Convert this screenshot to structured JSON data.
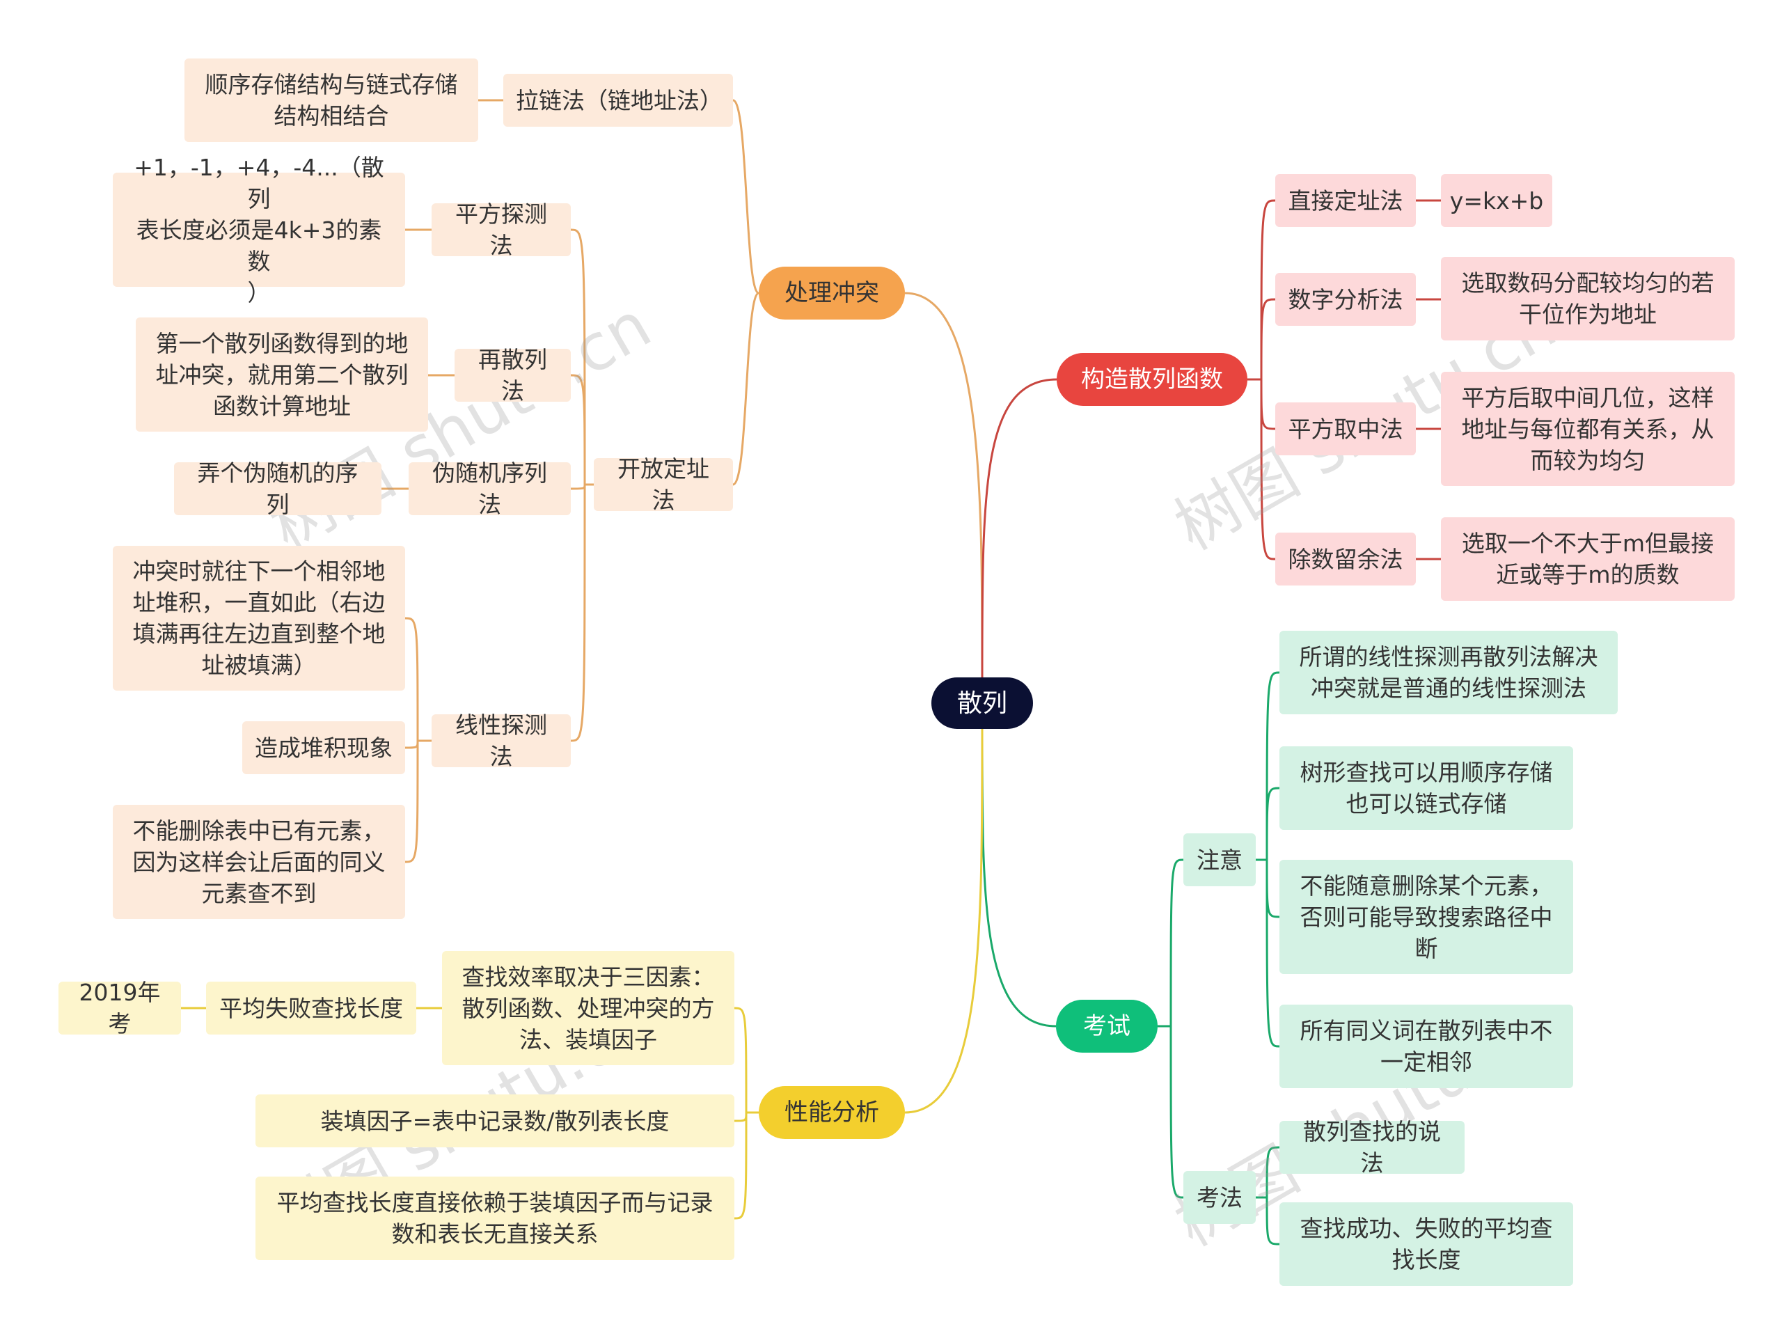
{
  "root": {
    "label": "散列"
  },
  "branches": {
    "conflict": {
      "label": "处理冲突",
      "chaining": {
        "label": "拉链法（链地址法）",
        "note": "顺序存储结构与链式存储\n结构相结合"
      },
      "open": {
        "label": "开放定址法",
        "quadratic": {
          "label": "平方探测法",
          "note": "+1，-1，+4，-4...（散列\n表长度必须是4k+3的素数\n）"
        },
        "rehash": {
          "label": "再散列法",
          "note": "第一个散列函数得到的地\n址冲突，就用第二个散列\n函数计算地址"
        },
        "pseudo": {
          "label": "伪随机序列法",
          "note": "弄个伪随机的序列"
        },
        "linear": {
          "label": "线性探测法",
          "notes": [
            "冲突时就往下一个相邻地\n址堆积，一直如此（右边\n填满再往左边直到整个地\n址被填满）",
            "造成堆积现象",
            "不能删除表中已有元素，\n因为这样会让后面的同义\n元素查不到"
          ]
        }
      }
    },
    "hash_fn": {
      "label": "构造散列函数",
      "items": [
        {
          "label": "直接定址法",
          "note": "y=kx+b"
        },
        {
          "label": "数字分析法",
          "note": "选取数码分配较均匀的若\n干位作为地址"
        },
        {
          "label": "平方取中法",
          "note": "平方后取中间几位，这样\n地址与每位都有关系，从\n而较为均匀"
        },
        {
          "label": "除数留余法",
          "note": "选取一个不大于m但最接\n近或等于m的质数"
        }
      ]
    },
    "exam": {
      "label": "考试",
      "attention": {
        "label": "注意",
        "items": [
          "所谓的线性探测再散列法解决\n冲突就是普通的线性探测法",
          "树形查找可以用顺序存储\n也可以链式存储",
          "不能随意删除某个元素，\n否则可能导致搜索路径中\n断",
          "所有同义词在散列表中不\n一定相邻"
        ]
      },
      "method": {
        "label": "考法",
        "items": [
          "散列查找的说法",
          "查找成功、失败的平均查\n找长度"
        ]
      }
    },
    "perf": {
      "label": "性能分析",
      "efficiency": {
        "label": "查找效率取决于三因素：\n散列函数、处理冲突的方\n法、装填因子",
        "avg_fail": {
          "label": "平均失败查找长度",
          "note": "2019年考"
        }
      },
      "load": {
        "label": "装填因子=表中记录数/散列表长度"
      },
      "avg": {
        "label": "平均查找长度直接依赖于装填因子而与记录\n数和表长无直接关系"
      }
    }
  },
  "colors": {
    "root": "#0b1033",
    "conflict": "#f5a34e",
    "hash_fn": "#e8453f",
    "exam": "#0fbf7a",
    "perf": "#f3cf2d",
    "conflict_link": "#e6a865",
    "hash_fn_link": "#c8463f",
    "exam_link": "#1aa96a",
    "perf_link": "#e8cc3a"
  },
  "watermark": "树图 shutu.cn"
}
